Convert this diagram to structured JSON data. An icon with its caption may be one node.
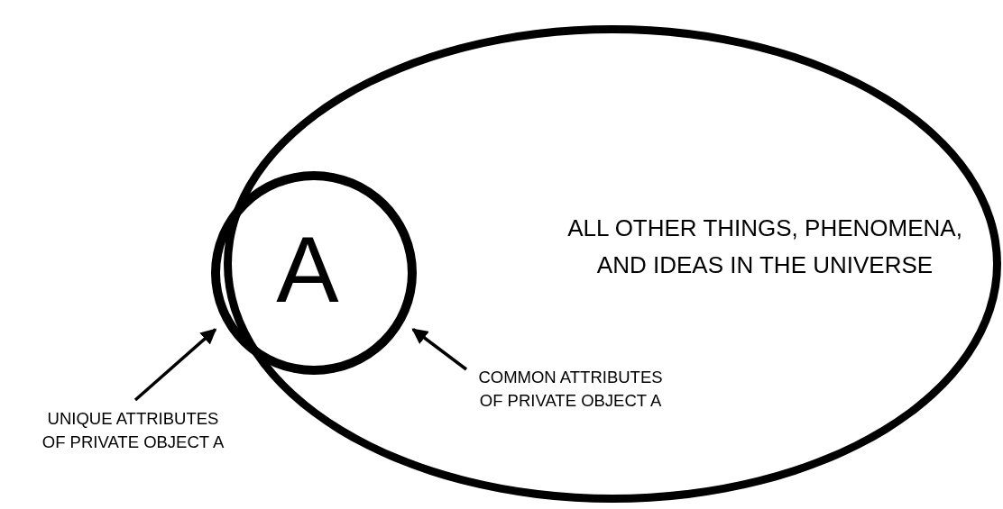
{
  "diagram": {
    "nodes": [
      {
        "text": [
          "ALL OTHER THINGS, PHENOMENA, AND IDEAS IN THE UNIVERSE"
        ]
      },
      {
        "text": [
          "A"
        ]
      },
      {
        "text": [
          "UNIQUE ATTRIBUTES OF PRIVATE OBJECT A"
        ]
      },
      {
        "text": [
          "COMMON ATTRIBUTES OF PRIVATE OBJECT A"
        ],
        "in": 0
      }
    ],
    "edges": [
      {
        "from": 2,
        "to": 1,
        "arrow": "to"
      },
      {
        "from": 3,
        "to": 1,
        "arrow": "to"
      }
    ]
  }
}
